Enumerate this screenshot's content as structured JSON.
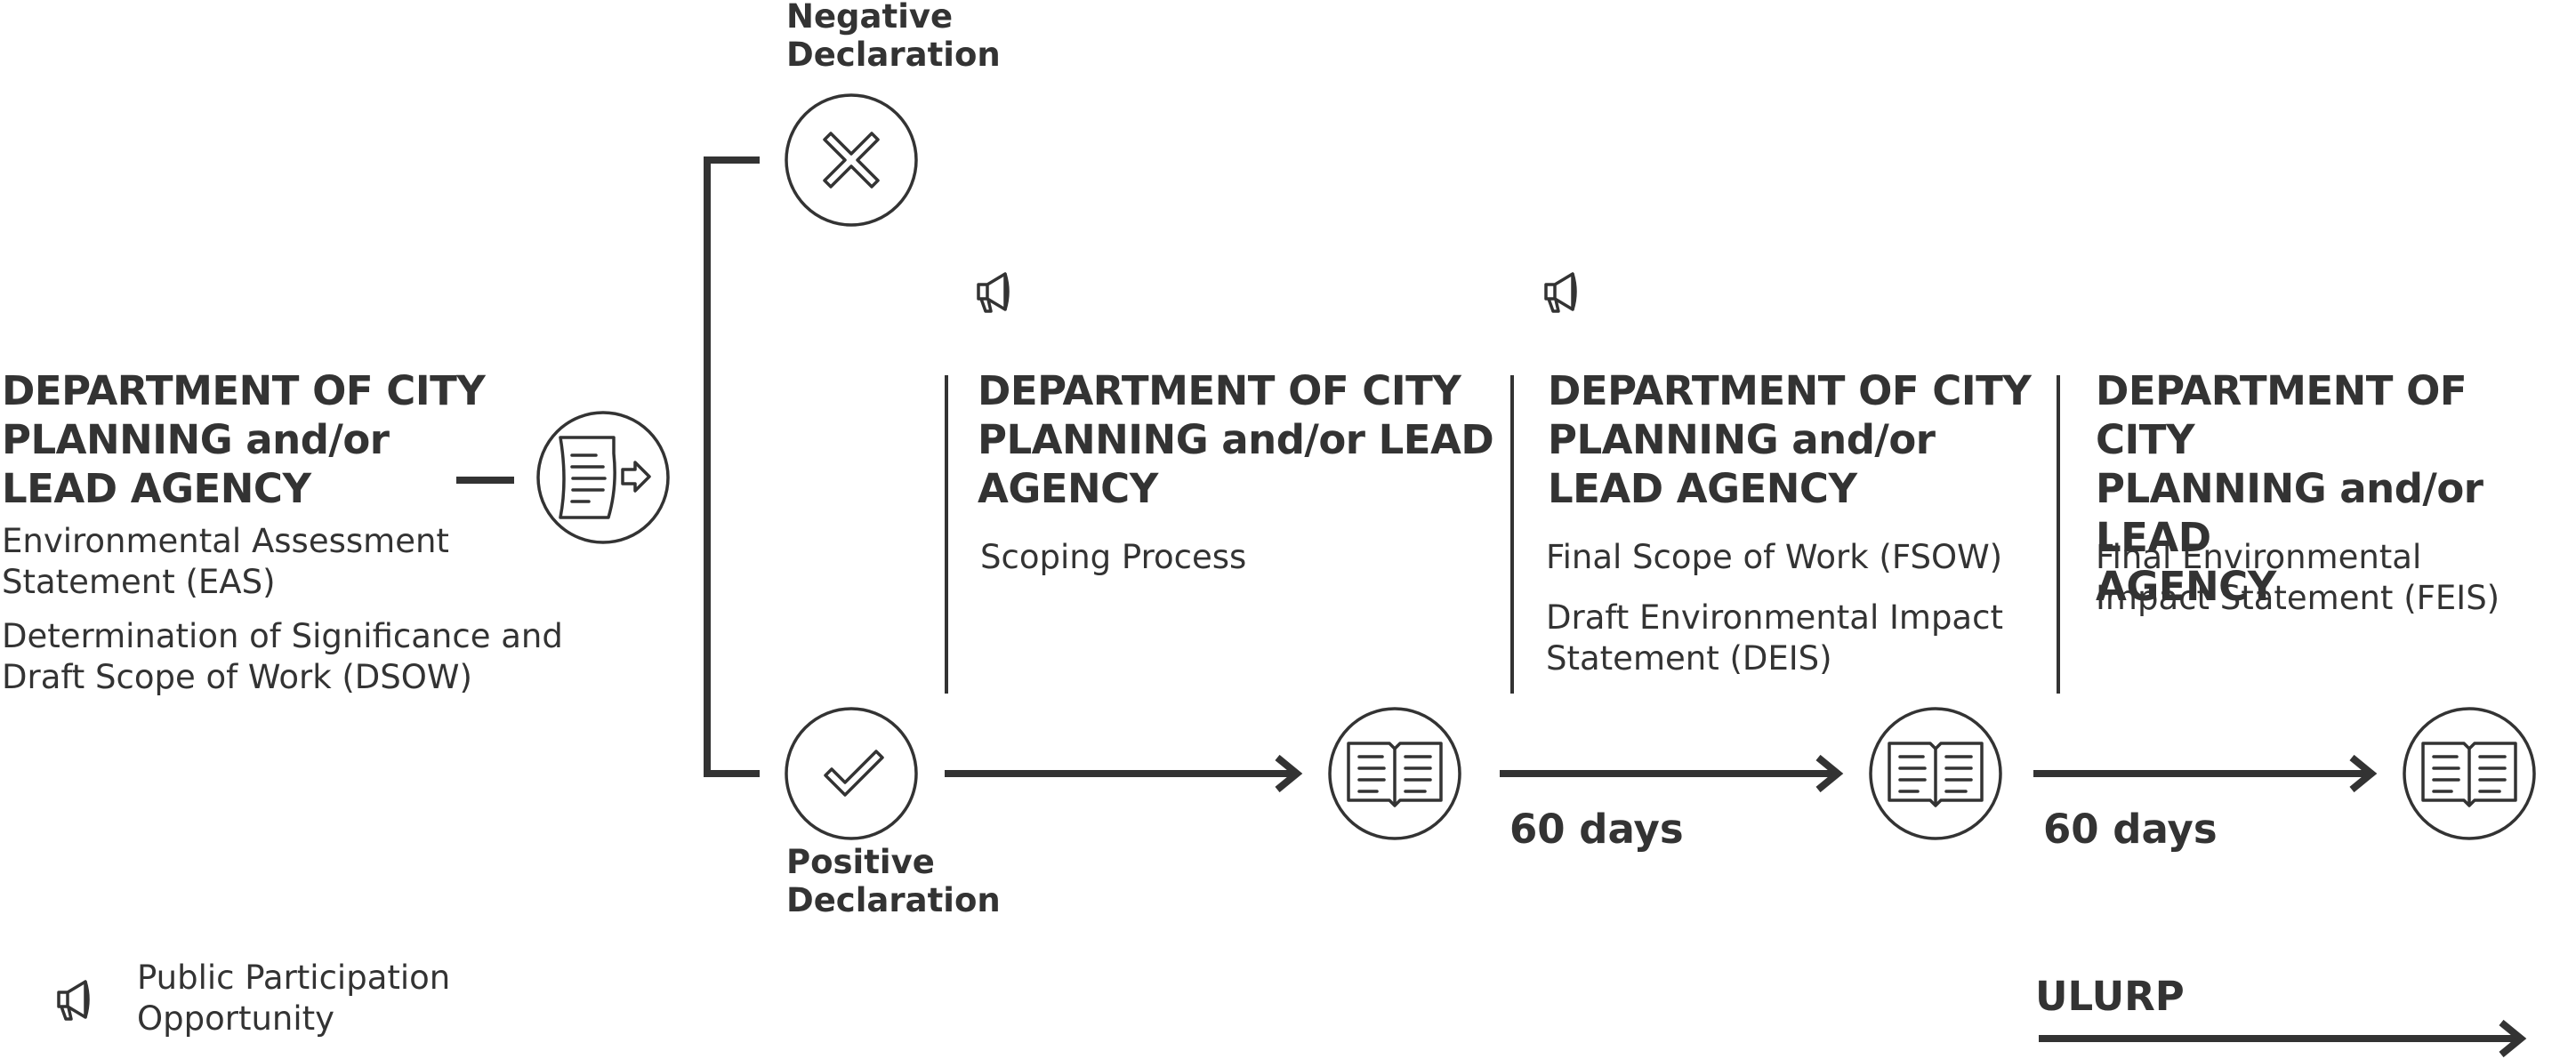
{
  "declarations": {
    "negative": [
      "Negative",
      "Declaration"
    ],
    "positive": [
      "Positive",
      "Declaration"
    ]
  },
  "stages": [
    {
      "heading": [
        "DEPARTMENT OF CITY",
        "PLANNING and/or",
        "LEAD AGENCY"
      ],
      "items": [
        [
          "Environmental Assessment",
          "Statement (EAS)"
        ],
        [
          "Determination of Significance and",
          "Draft Scope of Work (DSOW)"
        ]
      ]
    },
    {
      "heading": [
        "DEPARTMENT OF CITY",
        "PLANNING and/or LEAD",
        "AGENCY"
      ],
      "items": [
        [
          "Scoping Process"
        ]
      ]
    },
    {
      "heading": [
        "DEPARTMENT OF CITY",
        "PLANNING and/or",
        "LEAD AGENCY"
      ],
      "items": [
        [
          "Final Scope of Work (FSOW)"
        ],
        [
          "Draft Environmental Impact",
          "Statement (DEIS)"
        ]
      ]
    },
    {
      "heading": [
        "DEPARTMENT OF CITY",
        "PLANNING and/or LEAD",
        "AGENCY"
      ],
      "items": [
        [
          "Final Environmental",
          "Impact Statement (FEIS)"
        ]
      ]
    }
  ],
  "durations": [
    "60 days",
    "60 days"
  ],
  "legend": {
    "label": [
      "Public Participation",
      "Opportunity"
    ],
    "icon": "megaphone-icon"
  },
  "ulurp": {
    "label": "ULURP"
  },
  "icons": {
    "document": "document-send-icon",
    "negative": "x-mark-icon",
    "positive": "check-mark-icon",
    "book": "open-book-icon",
    "megaphone": "megaphone-icon"
  },
  "colors": {
    "ink": "#333333",
    "background": "#ffffff"
  }
}
